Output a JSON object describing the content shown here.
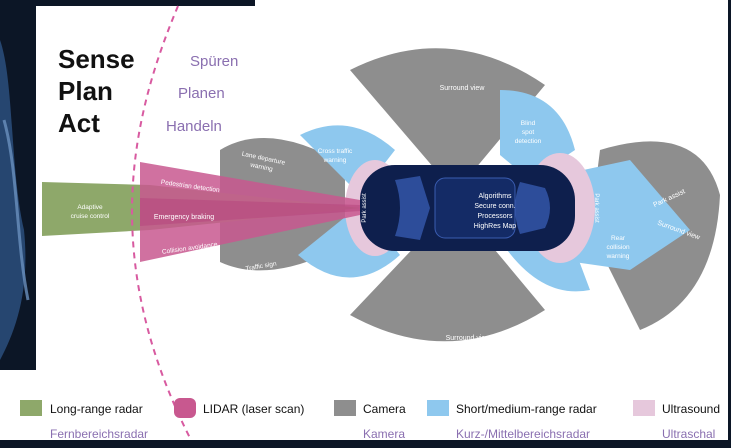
{
  "heading": {
    "sense": "Sense",
    "plan": "Plan",
    "act": "Act",
    "spueren": "Spüren",
    "planen": "Planen",
    "handeln": "Handeln"
  },
  "zones": {
    "surround_top": "Surround view",
    "surround_bottom": "Surround view",
    "surround_right": "Surround view",
    "blind_spot": "Blind\nspot\ndetection",
    "lane_departure": "Lane departure\nwarning",
    "cross_traffic": "Cross traffic\nwarning",
    "pedestrian": "Pedestrian detection",
    "emergency": "Emergency braking",
    "collision": "Collision avoidance",
    "adaptive": "Adaptive\ncruise control",
    "traffic_sign": "Traffic sign\nrecognition",
    "park_assist_front": "Park assist",
    "park_assist_rear": "Park assist",
    "park_assist_right": "Park assist",
    "rear_collision": "Rear\ncollision\nwarning",
    "car_center": "Algorithms\nSecure conn.\nProcessors\nHighRes Map"
  },
  "legend": {
    "items": [
      {
        "label": "Long-range radar",
        "sub": "Fernbereichsradar",
        "color": "#8ea86a"
      },
      {
        "label": "LIDAR (laser scan)",
        "sub": "",
        "color": "#c8588f"
      },
      {
        "label": "Camera",
        "sub": "Kamera",
        "color": "#8e8e8e"
      },
      {
        "label": "Short/medium-range radar",
        "sub": "Kurz-/Mittelbereichsradar",
        "color": "#8ec8ee"
      },
      {
        "label": "Ultrasound",
        "sub": "Ultraschal",
        "color": "#e6c8dc"
      }
    ]
  },
  "colors": {
    "long_range_radar": "#8ea86a",
    "lidar": "#c8588f",
    "camera": "#8e8e8e",
    "short_radar": "#8ec8ee",
    "ultrasound": "#e6c8dc",
    "car_body": "#0e1f4d",
    "purple_text": "#8a6fb0",
    "dash_pink": "#d85aa0"
  }
}
